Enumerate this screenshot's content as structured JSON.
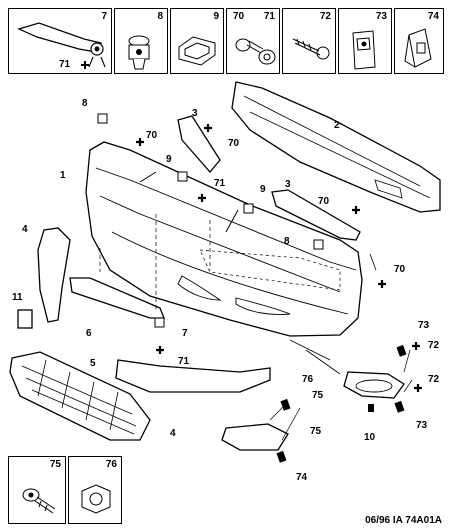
{
  "top_tiles": [
    {
      "id": "tile-7",
      "label": "7",
      "sub": "71"
    },
    {
      "id": "tile-8",
      "label": "8"
    },
    {
      "id": "tile-9",
      "label": "9"
    },
    {
      "id": "tile-70-71",
      "label": "70",
      "label2": "71"
    },
    {
      "id": "tile-72",
      "label": "72"
    },
    {
      "id": "tile-73",
      "label": "73"
    },
    {
      "id": "tile-74",
      "label": "74"
    }
  ],
  "bottom_tiles": [
    {
      "id": "tile-75",
      "label": "75"
    },
    {
      "id": "tile-76",
      "label": "76"
    }
  ],
  "callouts": {
    "c1": "1",
    "c2": "2",
    "c3a": "3",
    "c3b": "3",
    "c4a": "4",
    "c4b": "4",
    "c5": "5",
    "c6": "6",
    "c7": "7",
    "c8a": "8",
    "c8b": "8",
    "c9a": "9",
    "c9b": "9",
    "c10": "10",
    "c11": "11",
    "c70a": "70",
    "c70b": "70",
    "c70c": "70",
    "c70d": "70",
    "c71a": "71",
    "c71b": "71",
    "c72a": "72",
    "c72b": "72",
    "c73a": "73",
    "c73b": "73",
    "c74": "74",
    "c75a": "75",
    "c75b": "75",
    "c76": "76"
  },
  "footer": "06/96  IA 74A01A"
}
